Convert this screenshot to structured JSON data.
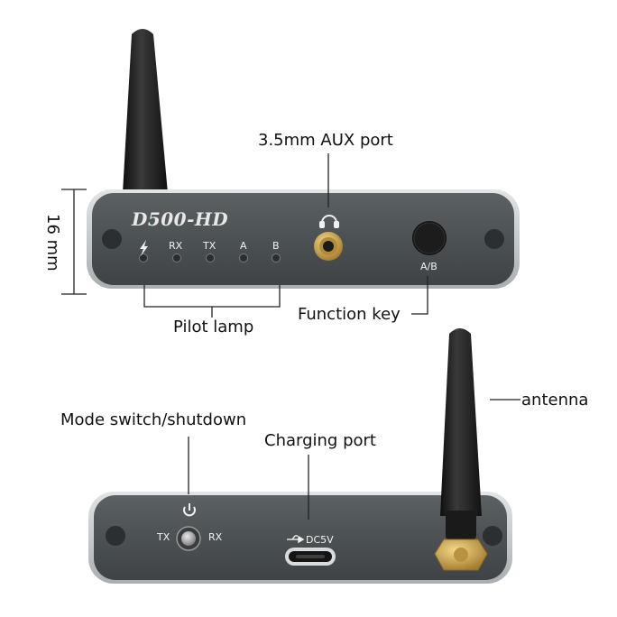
{
  "callouts": {
    "aux_port": "3.5mm AUX port",
    "pilot_lamp": "Pilot lamp",
    "function_key": "Function key",
    "antenna": "antenna",
    "mode_switch": "Mode switch/shutdown",
    "charging_port": "Charging port"
  },
  "dimension": {
    "height_label": "16 mm"
  },
  "front_panel": {
    "brand": "D500-HD",
    "indicators": [
      "RX",
      "TX",
      "A",
      "B"
    ],
    "ab_label": "A/B",
    "icons": [
      "lightning-icon",
      "headphone-icon"
    ]
  },
  "rear_panel": {
    "tx_label": "TX",
    "rx_label": "RX",
    "dc_label": "DC5V",
    "icons": [
      "power-icon",
      "usb-icon"
    ]
  },
  "colors": {
    "panel": "#4f5456",
    "panel_dark": "#3a3e40",
    "bezel": "#c9cdd0",
    "brass": "#c8a24e",
    "antenna": "#1c1c1c"
  }
}
